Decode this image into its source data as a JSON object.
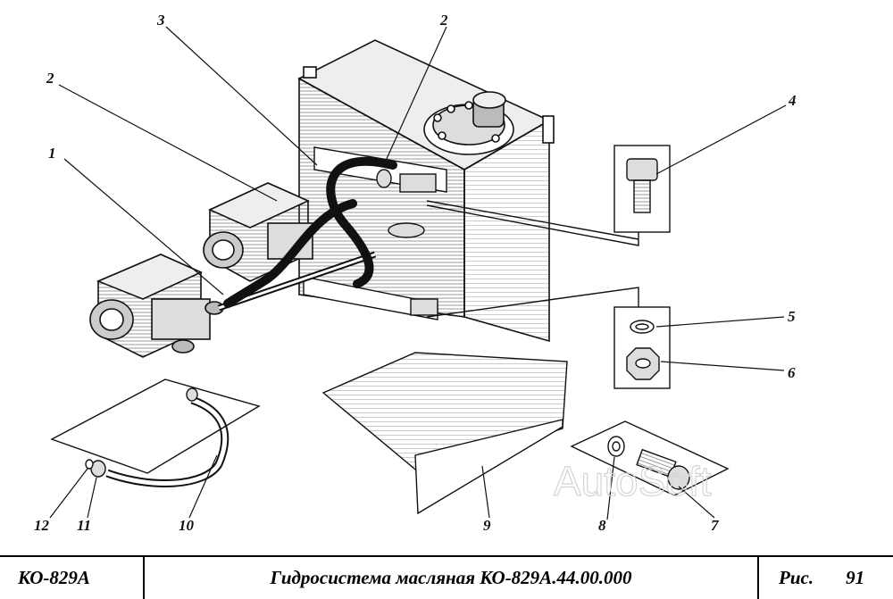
{
  "watermark": "AutoSoft",
  "callouts": [
    "1",
    "2",
    "2",
    "3",
    "4",
    "5",
    "6",
    "7",
    "8",
    "9",
    "10",
    "11",
    "12"
  ],
  "title_block": {
    "model": "КО-829А",
    "title": "Гидросистема масляная КО-829А.44.00.000",
    "figure_label": "Рис.",
    "figure_number": "91"
  }
}
